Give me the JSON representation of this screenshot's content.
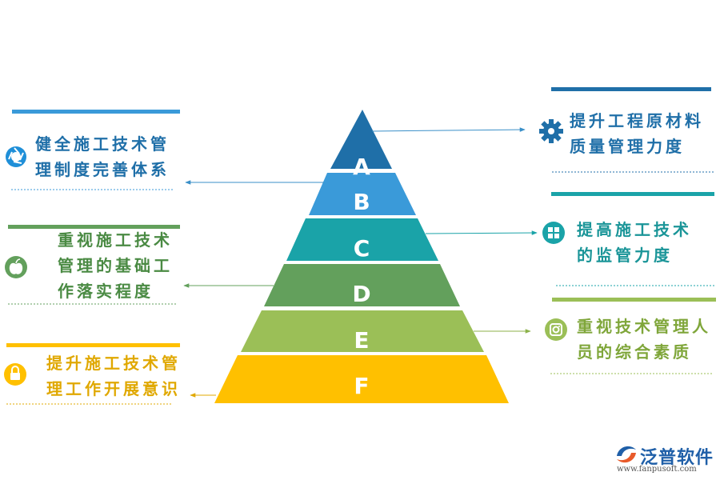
{
  "pyramid": {
    "levels": [
      {
        "letter": "A",
        "color": "#1f6fa8"
      },
      {
        "letter": "B",
        "color": "#3a9ad9"
      },
      {
        "letter": "C",
        "color": "#1aa3a8"
      },
      {
        "letter": "D",
        "color": "#63a05c"
      },
      {
        "letter": "E",
        "color": "#9bbf57"
      },
      {
        "letter": "F",
        "color": "#ffc000"
      }
    ]
  },
  "left_callouts": [
    {
      "lines": [
        "健全施工技术管",
        "理制度完善体系"
      ],
      "icon": "aperture-icon",
      "color": "#3a9ad9",
      "text_color": "#1f6fa8"
    },
    {
      "lines": [
        "重视施工技术",
        "管理的基础工",
        "作落实程度"
      ],
      "icon": "apple-icon",
      "color": "#63a05c",
      "text_color": "#4a8a43"
    },
    {
      "lines": [
        "提升施工技术管",
        "理工作开展意识"
      ],
      "icon": "lock-icon",
      "color": "#ffc000",
      "text_color": "#e0a800"
    }
  ],
  "right_callouts": [
    {
      "lines": [
        "提升工程原材料",
        "质量管理力度"
      ],
      "icon": "gear-icon",
      "color": "#1f6fa8",
      "text_color": "#1f6fa8"
    },
    {
      "lines": [
        "提高施工技术",
        "的监管力度"
      ],
      "icon": "windows-icon",
      "color": "#1aa3a8",
      "text_color": "#1a9598"
    },
    {
      "lines": [
        "重视技术管理人",
        "员的综合素质"
      ],
      "icon": "camera-icon",
      "color": "#9bbf57",
      "text_color": "#7fa63a"
    }
  ],
  "logo": {
    "name": "泛普软件",
    "url": "www.fanpusoft.com"
  }
}
